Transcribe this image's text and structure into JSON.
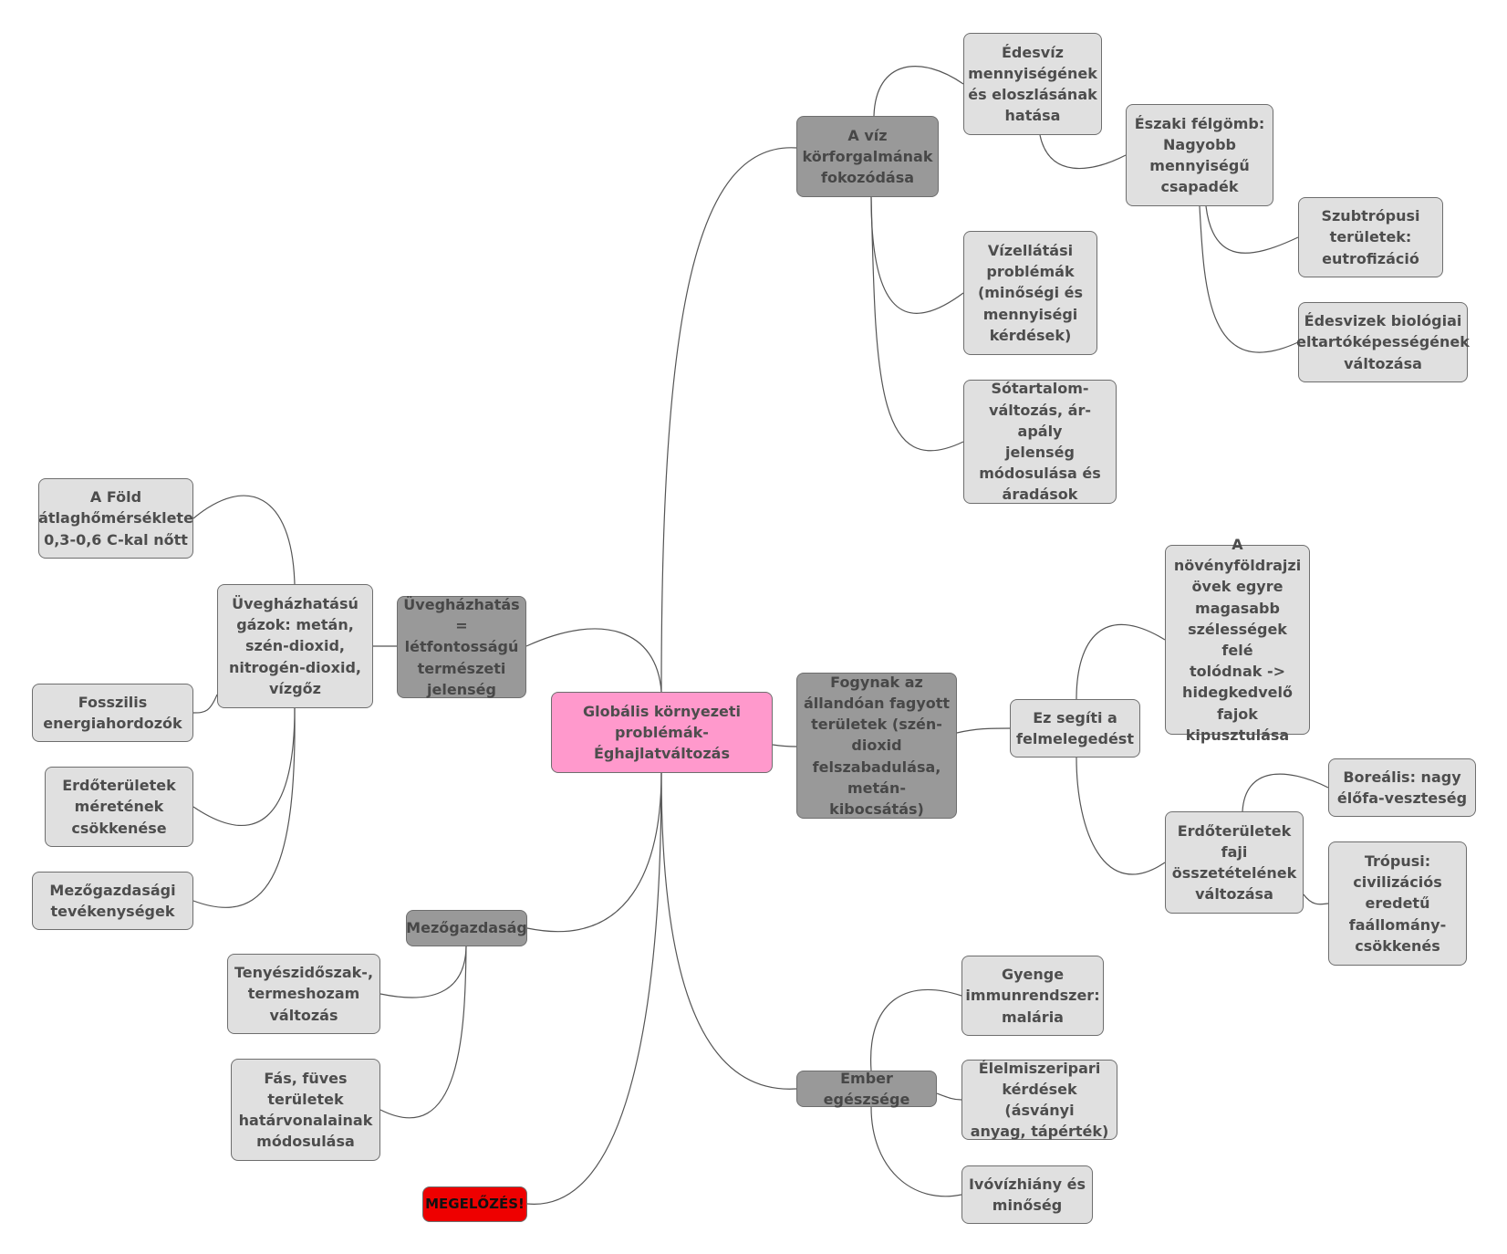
{
  "mindmap": {
    "root": "Globális környezeti\nproblémák-\nÉghajlatváltozás",
    "water": {
      "label": "A víz\nkörforgalmának\nfokozódása",
      "w1": "Édesvíz\nmennyiségének\nés eloszlásának\nhatása",
      "w1a": "Északi félgömb:\nNagyobb\nmennyiségű\ncsapadék",
      "w1a1": "Szubtrópusi\nterületek:\neutrofizáció",
      "w1a2": "Édesvizek biológiai\neltartóképességének\nváltozása",
      "w2": "Vízellátási\nproblémák\n(minőségi és\nmennyiségi\nkérdések)",
      "w3": "Sótartalom-\nváltozás, ár-apály\njelenség\nmódosulása és\náradások"
    },
    "perma": {
      "label": "Fogynak az\nállandóan fagyott\nterületek (szén-\ndioxid\nfelszabadulása,\nmetán-kibocsátás)",
      "p1": "Ez segíti a\nfelmelegedést",
      "p1a": "A növényföldrajzi\növek egyre\nmagasabb\nszélességek felé\ntolódnak ->\nhidegkedvelő\nfajok\nkipusztulása",
      "p1b": "Erdőterületek\nfaji\nösszetételének\nváltozása",
      "p1b1": "Boreális: nagy\nélőfa-veszteség",
      "p1b2": "Trópusi:\ncivilizációs\neredetű\nfaállomány-\ncsökkenés"
    },
    "health": {
      "label": "Ember egészsége",
      "h1": "Gyenge\nimmunrendszer:\nmalária",
      "h2": "Élelmiszeripari\nkérdések (ásványi\nanyag, tápérték)",
      "h3": "Ivóvízhiány és\nminőség"
    },
    "green": {
      "label": "Üvegházhatás\n= létfontosságú\ntermészeti\njelenség",
      "g1": "Üvegházhatású\ngázok: metán,\nszén-dioxid,\nnitrogén-dioxid,\nvízgőz",
      "g1a": "A Föld\nátlaghőmérséklete\n0,3-0,6 C-kal nőtt",
      "g1b": "Fosszilis\nenergiahordozók",
      "g1c": "Erdőterületek\nméretének\ncsökkenése",
      "g1d": "Mezőgazdasági\ntevékenységek"
    },
    "agri": {
      "label": "Mezőgazdaság",
      "a1": "Tenyészidőszak-,\ntermeshozam\nváltozás",
      "a2": "Fás, füves\nterületek\nhatárvonalainak\nmódosulása"
    },
    "prevention": "MEGELŐZÉS!"
  },
  "colors": {
    "root": "#ff99cc",
    "main_topic": "#999999",
    "subtopic": "#e0e0e0",
    "alert": "#ee0000",
    "connector": "#555555"
  }
}
